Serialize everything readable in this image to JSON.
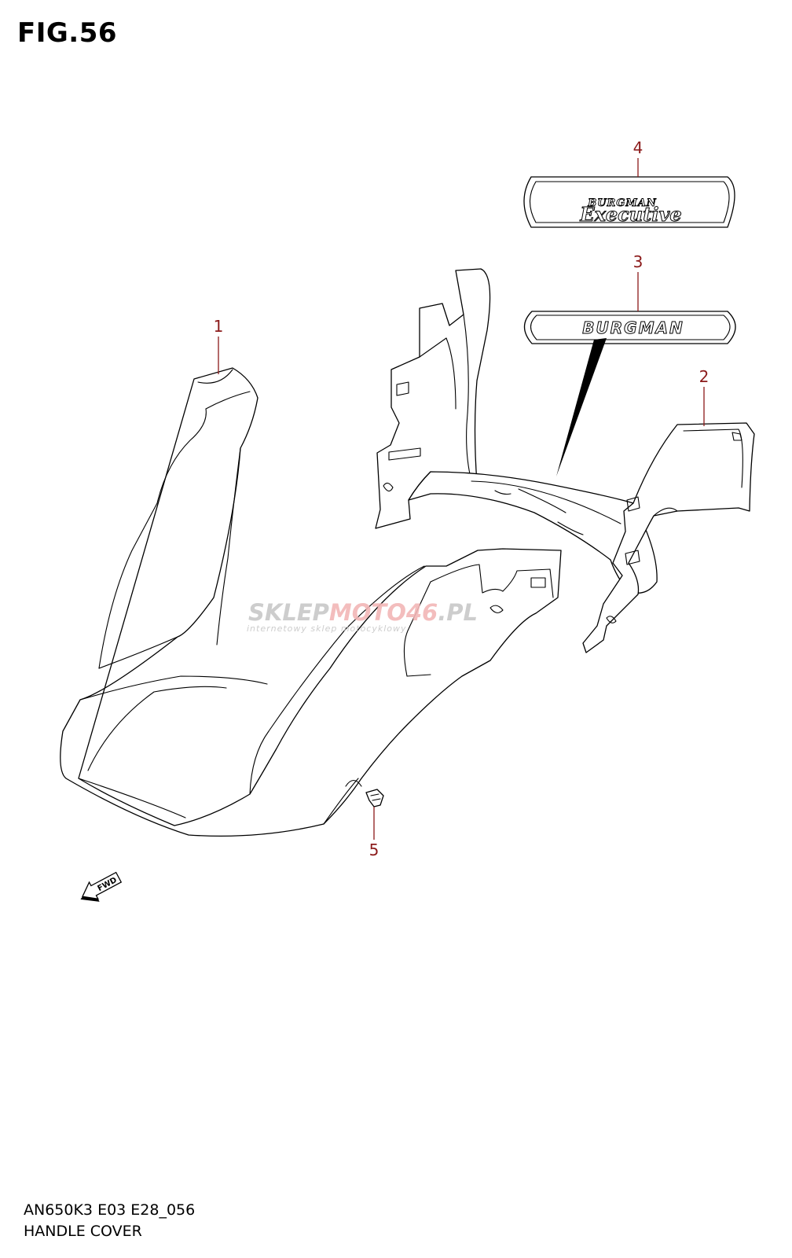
{
  "figure": {
    "title": "FIG.56",
    "model_code": "AN650K3 E03 E28_056",
    "caption": "HANDLE COVER"
  },
  "callouts": [
    {
      "id": "1",
      "label": "1"
    },
    {
      "id": "2",
      "label": "2"
    },
    {
      "id": "3",
      "label": "3"
    },
    {
      "id": "4",
      "label": "4"
    },
    {
      "id": "5",
      "label": "5"
    }
  ],
  "emblems": {
    "burgman": "BURGMAN",
    "executive_small": "BURGMAN",
    "executive_large": "Executive"
  },
  "fwd_arrow": "FWD",
  "watermark": {
    "brand_a": "SKLEP",
    "brand_b": "MOTO",
    "brand_c": "46",
    "brand_d": ".PL",
    "tagline": "internetowy sklep motocyklowy"
  },
  "colors": {
    "callout": "#8b1a1a",
    "watermark_gray": "#c8c8c8",
    "watermark_red": "#f2b6b6"
  }
}
